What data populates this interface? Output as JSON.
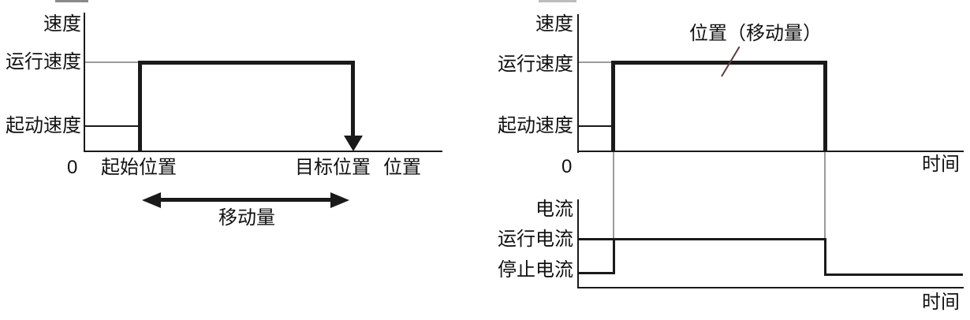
{
  "colors": {
    "line": "#1a1a1a",
    "gray": "#9b9b9b",
    "leader": "#5f3b3b",
    "bg": "#ffffff",
    "text": "#111111"
  },
  "left_chart": {
    "y_axis_label": "速度",
    "run_speed_label": "运行速度",
    "start_speed_label": "起动速度",
    "origin_label": "0",
    "start_position_label": "起始位置",
    "target_position_label": "目标位置",
    "x_axis_label": "位置",
    "movement_label": "移动量"
  },
  "right_speed_chart": {
    "y_axis_label": "速度",
    "run_speed_label": "运行速度",
    "start_speed_label": "起动速度",
    "origin_label": "0",
    "x_axis_label": "时间",
    "position_annotation": "位置（移动量）"
  },
  "right_current_chart": {
    "y_axis_label": "电流",
    "run_current_label": "运行电流",
    "stop_current_label": "停止电流",
    "x_axis_label": "时间"
  }
}
